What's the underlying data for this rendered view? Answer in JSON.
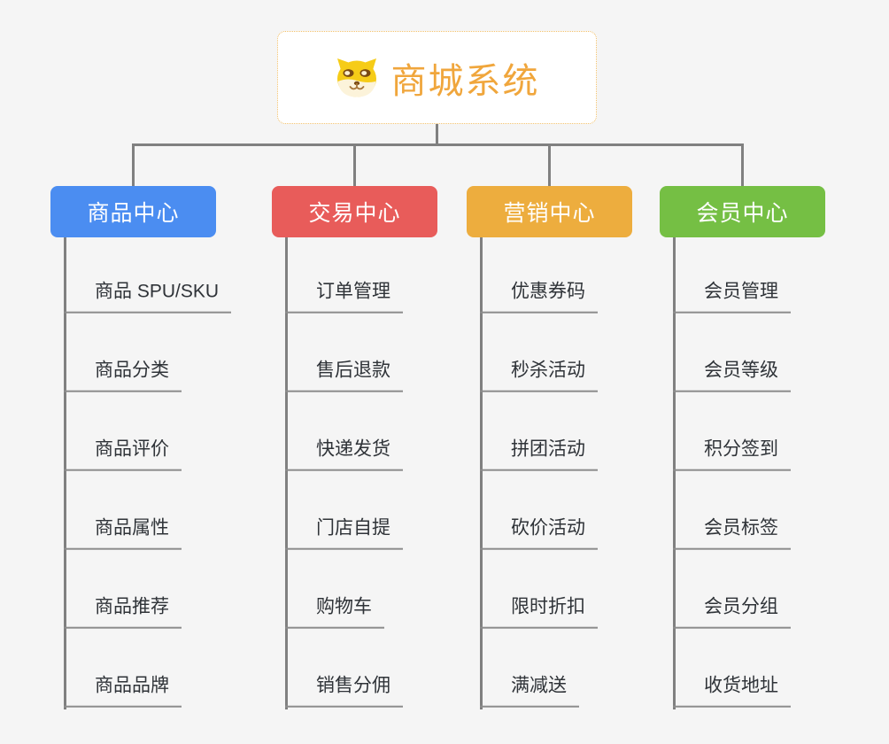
{
  "page": {
    "background": "#f5f5f5"
  },
  "root": {
    "title": "商城系统",
    "icon": "dog-face-icon",
    "title_color": "#f0a63c",
    "border_color": "#f2c06a"
  },
  "connector_color": "#808080",
  "branches": [
    {
      "label": "商品中心",
      "color": "#4b8df1",
      "items": [
        "商品 SPU/SKU",
        "商品分类",
        "商品评价",
        "商品属性",
        "商品推荐",
        "商品品牌"
      ]
    },
    {
      "label": "交易中心",
      "color": "#e85c5a",
      "items": [
        "订单管理",
        "售后退款",
        "快递发货",
        "门店自提",
        "购物车",
        "销售分佣"
      ]
    },
    {
      "label": "营销中心",
      "color": "#edad3e",
      "items": [
        "优惠券码",
        "秒杀活动",
        "拼团活动",
        "砍价活动",
        "限时折扣",
        "满减送"
      ]
    },
    {
      "label": "会员中心",
      "color": "#75bf44",
      "items": [
        "会员管理",
        "会员等级",
        "积分签到",
        "会员标签",
        "会员分组",
        "收货地址"
      ]
    }
  ]
}
